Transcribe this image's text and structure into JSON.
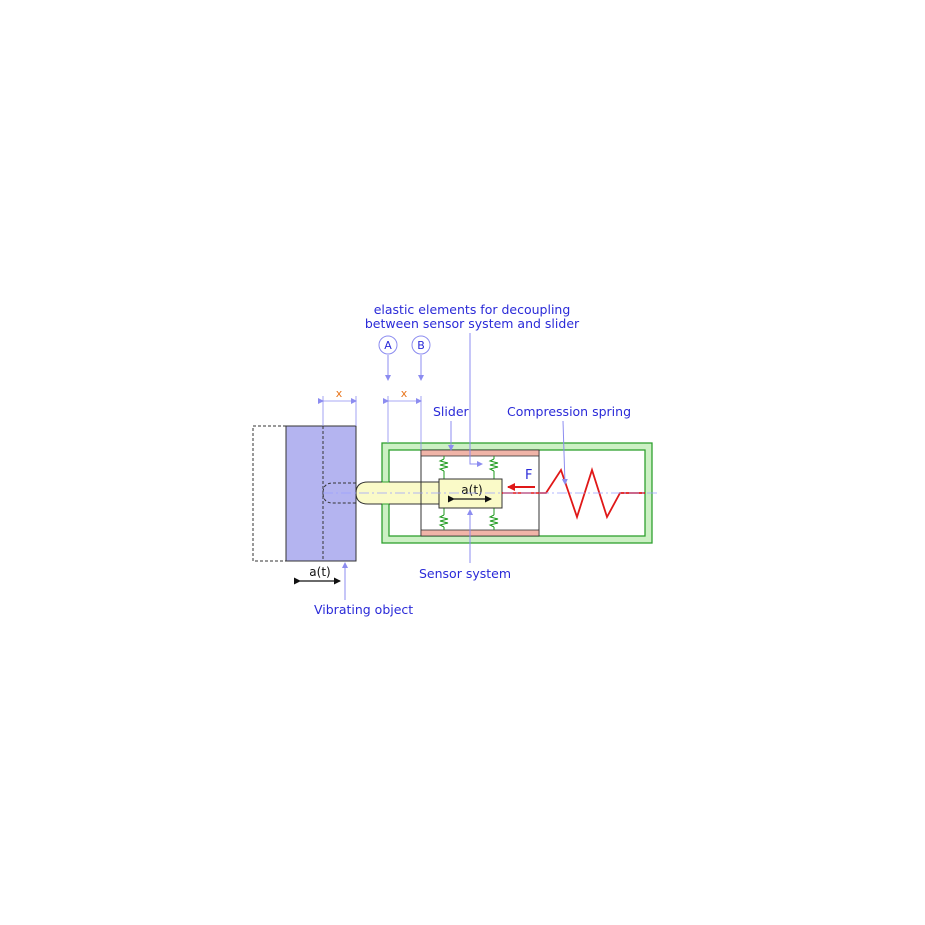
{
  "labels": {
    "elastic_line1": "elastic elements for decoupling",
    "elastic_line2": "between sensor system and slider",
    "marker_a": "A",
    "marker_b": "B",
    "dim_x_left": "x",
    "dim_x_right": "x",
    "slider": "Slider",
    "compression_spring": "Compression spring",
    "force": "F",
    "sensor_accel": "a(t)",
    "object_accel": "a(t)",
    "sensor_system": "Sensor system",
    "vibrating_object": "Vibrating object"
  },
  "colors": {
    "label_blue": "#2a2ad8",
    "leader_blue": "#8c8cf0",
    "object_fill": "#b4b4f0",
    "housing_fill": "#ccf0c4",
    "housing_stroke": "#2fa02f",
    "slider_pad": "#f0b4a8",
    "probe_fill": "#fafac8",
    "spring_red": "#e01818",
    "dim_orange": "#e8741a"
  }
}
